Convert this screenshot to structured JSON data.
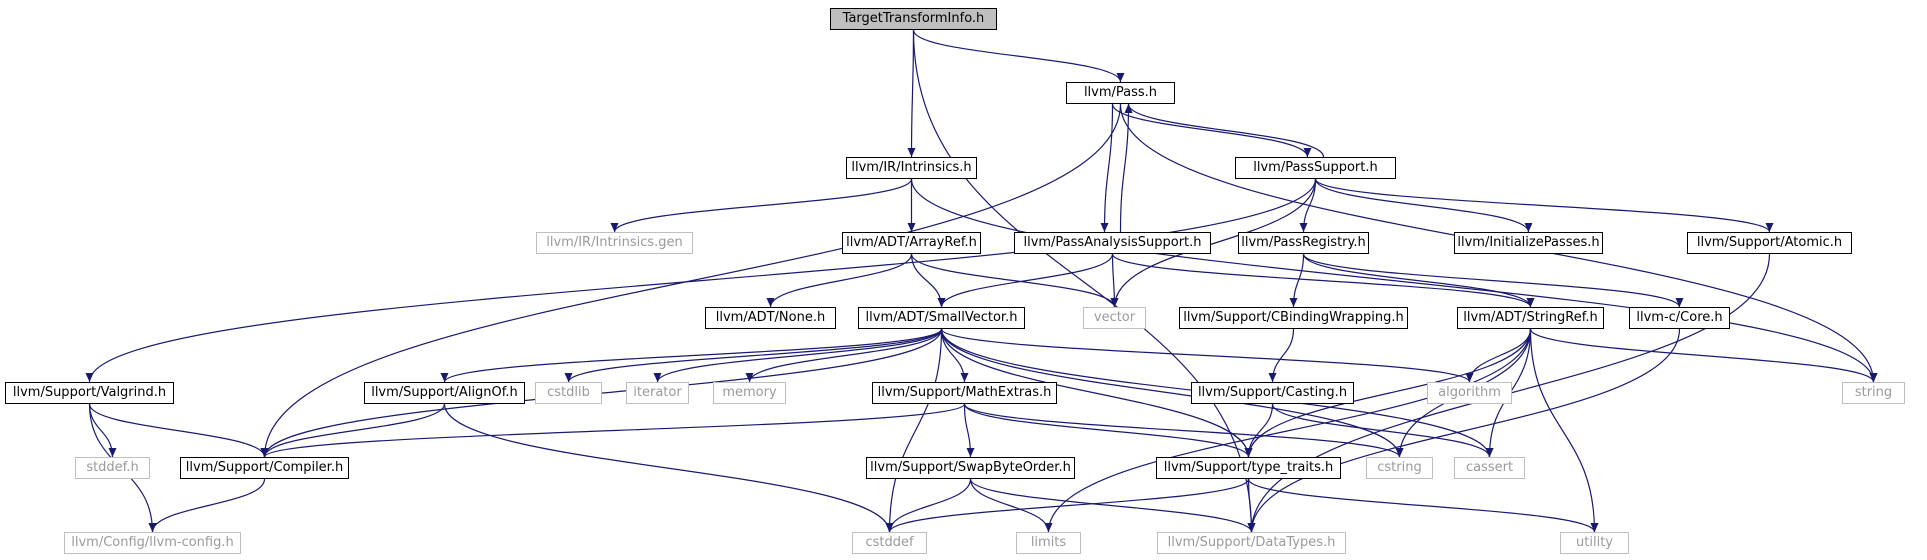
{
  "nodes": [
    {
      "id": "root",
      "label": "TargetTransformInfo.h",
      "kind": "root"
    },
    {
      "id": "pass",
      "label": "llvm/Pass.h",
      "kind": "internal"
    },
    {
      "id": "intrinsics",
      "label": "llvm/IR/Intrinsics.h",
      "kind": "internal"
    },
    {
      "id": "passsupport",
      "label": "llvm/PassSupport.h",
      "kind": "internal"
    },
    {
      "id": "passanalysis",
      "label": "llvm/PassAnalysisSupport.h",
      "kind": "internal"
    },
    {
      "id": "intrinsicsgen",
      "label": "llvm/IR/Intrinsics.gen",
      "kind": "external"
    },
    {
      "id": "arrayref",
      "label": "llvm/ADT/ArrayRef.h",
      "kind": "internal"
    },
    {
      "id": "passregistry",
      "label": "llvm/PassRegistry.h",
      "kind": "internal"
    },
    {
      "id": "initpasses",
      "label": "llvm/InitializePasses.h",
      "kind": "internal"
    },
    {
      "id": "atomic",
      "label": "llvm/Support/Atomic.h",
      "kind": "internal"
    },
    {
      "id": "none",
      "label": "llvm/ADT/None.h",
      "kind": "internal"
    },
    {
      "id": "smallvector",
      "label": "llvm/ADT/SmallVector.h",
      "kind": "internal"
    },
    {
      "id": "vector",
      "label": "vector",
      "kind": "external"
    },
    {
      "id": "cbinding",
      "label": "llvm/Support/CBindingWrapping.h",
      "kind": "internal"
    },
    {
      "id": "stringref",
      "label": "llvm/ADT/StringRef.h",
      "kind": "internal"
    },
    {
      "id": "core",
      "label": "llvm-c/Core.h",
      "kind": "internal"
    },
    {
      "id": "valgrind",
      "label": "llvm/Support/Valgrind.h",
      "kind": "internal"
    },
    {
      "id": "alignof",
      "label": "llvm/Support/AlignOf.h",
      "kind": "internal"
    },
    {
      "id": "cstdlib",
      "label": "cstdlib",
      "kind": "external"
    },
    {
      "id": "iterator",
      "label": "iterator",
      "kind": "external"
    },
    {
      "id": "memory",
      "label": "memory",
      "kind": "external"
    },
    {
      "id": "mathextras",
      "label": "llvm/Support/MathExtras.h",
      "kind": "internal"
    },
    {
      "id": "casting",
      "label": "llvm/Support/Casting.h",
      "kind": "internal"
    },
    {
      "id": "algorithm",
      "label": "algorithm",
      "kind": "external"
    },
    {
      "id": "string",
      "label": "string",
      "kind": "external"
    },
    {
      "id": "stddef",
      "label": "stddef.h",
      "kind": "external"
    },
    {
      "id": "compiler",
      "label": "llvm/Support/Compiler.h",
      "kind": "internal"
    },
    {
      "id": "swapbyteorder",
      "label": "llvm/Support/SwapByteOrder.h",
      "kind": "internal"
    },
    {
      "id": "cstring",
      "label": "cstring",
      "kind": "external"
    },
    {
      "id": "cassert",
      "label": "cassert",
      "kind": "external"
    },
    {
      "id": "typetraits",
      "label": "llvm/Support/type_traits.h",
      "kind": "internal"
    },
    {
      "id": "llvmconfig",
      "label": "llvm/Config/llvm-config.h",
      "kind": "external"
    },
    {
      "id": "cstddef",
      "label": "cstddef",
      "kind": "external"
    },
    {
      "id": "limits",
      "label": "limits",
      "kind": "external"
    },
    {
      "id": "datatypes",
      "label": "llvm/Support/DataTypes.h",
      "kind": "external"
    },
    {
      "id": "utility",
      "label": "utility",
      "kind": "external"
    }
  ],
  "edges": [
    [
      "root",
      "pass"
    ],
    [
      "root",
      "intrinsics"
    ],
    [
      "root",
      "datatypes"
    ],
    [
      "pass",
      "passsupport"
    ],
    [
      "pass",
      "passanalysis"
    ],
    [
      "pass",
      "compiler"
    ],
    [
      "pass",
      "string"
    ],
    [
      "passsupport",
      "pass"
    ],
    [
      "passsupport",
      "passregistry"
    ],
    [
      "passsupport",
      "initpasses"
    ],
    [
      "passsupport",
      "atomic"
    ],
    [
      "passsupport",
      "valgrind"
    ],
    [
      "passsupport",
      "vector"
    ],
    [
      "passanalysis",
      "pass"
    ],
    [
      "passanalysis",
      "smallvector"
    ],
    [
      "passanalysis",
      "vector"
    ],
    [
      "passanalysis",
      "stringref"
    ],
    [
      "intrinsics",
      "intrinsicsgen"
    ],
    [
      "intrinsics",
      "arrayref"
    ],
    [
      "intrinsics",
      "string"
    ],
    [
      "arrayref",
      "none"
    ],
    [
      "arrayref",
      "smallvector"
    ],
    [
      "arrayref",
      "vector"
    ],
    [
      "passregistry",
      "stringref"
    ],
    [
      "passregistry",
      "cbinding"
    ],
    [
      "passregistry",
      "core"
    ],
    [
      "atomic",
      "datatypes"
    ],
    [
      "smallvector",
      "alignof"
    ],
    [
      "smallvector",
      "compiler"
    ],
    [
      "smallvector",
      "mathextras"
    ],
    [
      "smallvector",
      "typetraits"
    ],
    [
      "smallvector",
      "cstdlib"
    ],
    [
      "smallvector",
      "iterator"
    ],
    [
      "smallvector",
      "memory"
    ],
    [
      "smallvector",
      "algorithm"
    ],
    [
      "smallvector",
      "cassert"
    ],
    [
      "smallvector",
      "cstddef"
    ],
    [
      "smallvector",
      "cstring"
    ],
    [
      "cbinding",
      "casting"
    ],
    [
      "stringref",
      "algorithm"
    ],
    [
      "stringref",
      "string"
    ],
    [
      "stringref",
      "typetraits"
    ],
    [
      "stringref",
      "cstring"
    ],
    [
      "stringref",
      "cassert"
    ],
    [
      "stringref",
      "limits"
    ],
    [
      "stringref",
      "utility"
    ],
    [
      "core",
      "datatypes"
    ],
    [
      "valgrind",
      "compiler"
    ],
    [
      "valgrind",
      "stddef"
    ],
    [
      "valgrind",
      "llvmconfig"
    ],
    [
      "alignof",
      "compiler"
    ],
    [
      "alignof",
      "cstddef"
    ],
    [
      "mathextras",
      "swapbyteorder"
    ],
    [
      "mathextras",
      "compiler"
    ],
    [
      "mathextras",
      "typetraits"
    ],
    [
      "mathextras",
      "cstring"
    ],
    [
      "casting",
      "typetraits"
    ],
    [
      "casting",
      "cassert"
    ],
    [
      "compiler",
      "llvmconfig"
    ],
    [
      "swapbyteorder",
      "cstddef"
    ],
    [
      "swapbyteorder",
      "limits"
    ],
    [
      "swapbyteorder",
      "datatypes"
    ],
    [
      "typetraits",
      "cstddef"
    ],
    [
      "typetraits",
      "datatypes"
    ],
    [
      "typetraits",
      "utility"
    ]
  ],
  "colors": {
    "edge": "#191970",
    "node_border": "#000000",
    "external_border": "#bfbfbf",
    "external_text": "#9a9a9a",
    "root_fill": "#bfbfbf"
  }
}
